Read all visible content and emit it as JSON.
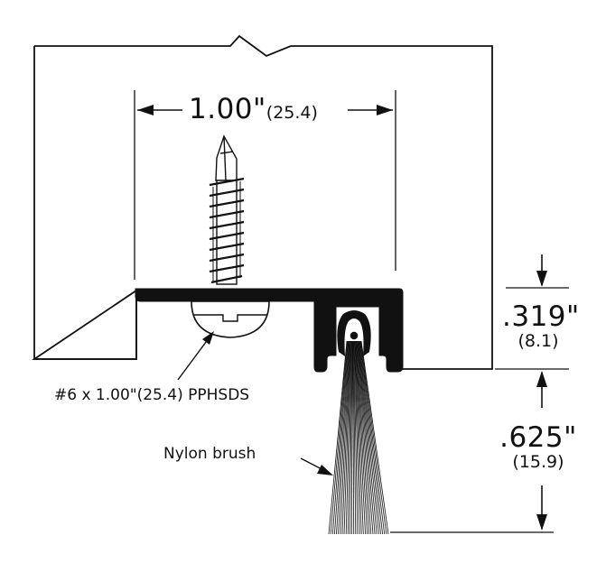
{
  "width_dim": {
    "value": "1.00\"",
    "metric": "(25.4)"
  },
  "height_dim": {
    "value": ".319\"",
    "metric": "(8.1)"
  },
  "brush_dim": {
    "value": ".625\"",
    "metric": "(15.9)"
  },
  "screw_label": "#6 x 1.00\"(25.4) PPHSDS",
  "brush_label": "Nylon brush",
  "colors": {
    "ink": "#111111",
    "background": "#ffffff"
  }
}
